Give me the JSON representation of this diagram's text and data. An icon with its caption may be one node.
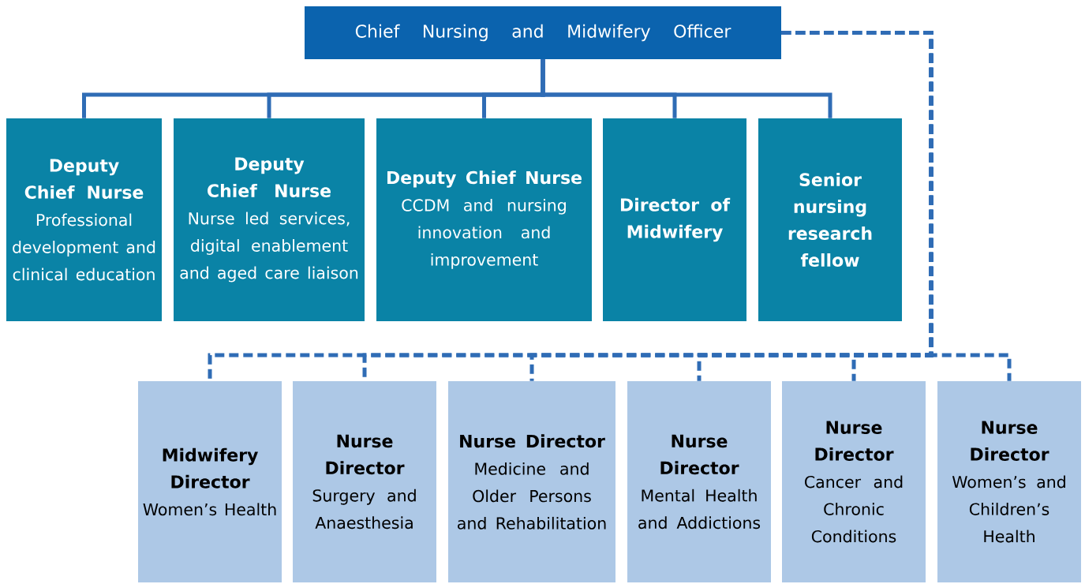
{
  "diagram": {
    "nodes": [
      {
        "text": [
          "Chief Nursing and Midwifery Officer"
        ]
      },
      {
        "text": [
          "Deputy Chief Nurse",
          "Professional development and clinical education"
        ]
      },
      {
        "text": [
          "Deputy Chief Nurse",
          "Nurse led services, digital enablement and aged care liaison"
        ]
      },
      {
        "text": [
          "Deputy Chief Nurse",
          "CCDM and nursing innovation and improvement"
        ]
      },
      {
        "text": [
          "Director of Midwifery"
        ]
      },
      {
        "text": [
          "Senior nursing research fellow"
        ]
      },
      {
        "text": [
          "Midwifery Director",
          "Women’s Health"
        ]
      },
      {
        "text": [
          "Nurse Director",
          "Surgery and Anaesthesia"
        ]
      },
      {
        "text": [
          "Nurse Director",
          "Medicine and Older Persons and Rehabilitation"
        ]
      },
      {
        "text": [
          "Nurse Director",
          "Mental Health and Addictions"
        ]
      },
      {
        "text": [
          "Nurse Director",
          "Cancer and Chronic Conditions"
        ]
      },
      {
        "text": [
          "Nurse Director",
          "Women’s and Children’s Health"
        ]
      }
    ],
    "edges": [
      {
        "from": 0,
        "to": 1,
        "arrow": "none"
      },
      {
        "from": 0,
        "to": 2,
        "arrow": "none"
      },
      {
        "from": 0,
        "to": 3,
        "arrow": "none"
      },
      {
        "from": 0,
        "to": 4,
        "arrow": "none"
      },
      {
        "from": 0,
        "to": 5,
        "arrow": "none"
      },
      {
        "from": 0,
        "to": 6,
        "arrow": "none",
        "style": "dashed"
      },
      {
        "from": 0,
        "to": 7,
        "arrow": "none",
        "style": "dashed"
      },
      {
        "from": 0,
        "to": 8,
        "arrow": "none",
        "style": "dashed"
      },
      {
        "from": 0,
        "to": 9,
        "arrow": "none",
        "style": "dashed"
      },
      {
        "from": 0,
        "to": 10,
        "arrow": "none",
        "style": "dashed"
      },
      {
        "from": 0,
        "to": 11,
        "arrow": "none",
        "style": "dashed"
      }
    ]
  }
}
